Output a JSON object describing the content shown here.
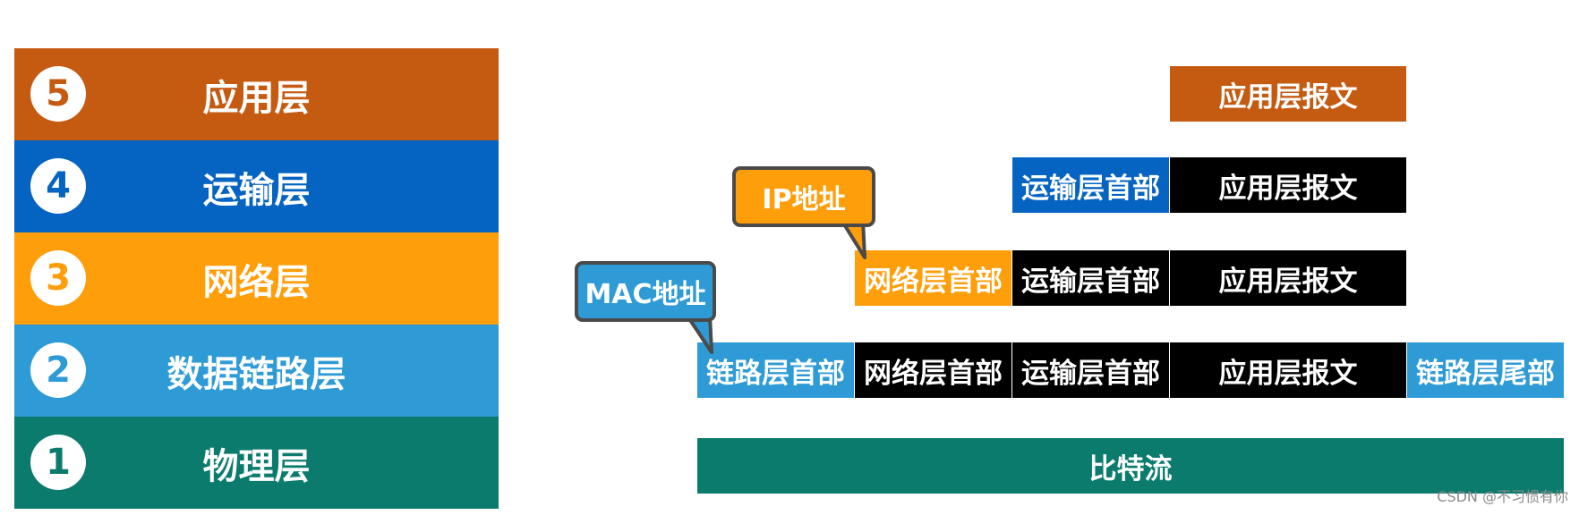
{
  "colors": {
    "application": "#c55a11",
    "transport": "#0563c1",
    "network": "#ff9e0b",
    "datalink": "#2e9bd6",
    "physical": "#0b7b6e",
    "black": "#000000",
    "callout_border": "#4a4a4a"
  },
  "layers": [
    {
      "number": "5",
      "name": "应用层"
    },
    {
      "number": "4",
      "name": "运输层"
    },
    {
      "number": "3",
      "name": "网络层"
    },
    {
      "number": "2",
      "name": "数据链路层"
    },
    {
      "number": "1",
      "name": "物理层"
    }
  ],
  "encapsulation": {
    "app_message": "应用层报文",
    "transport_header": "运输层首部",
    "network_header": "网络层首部",
    "link_header": "链路层首部",
    "link_trailer": "链路层尾部",
    "bitstream": "比特流"
  },
  "callouts": {
    "ip_address": "IP地址",
    "mac_address": "MAC地址"
  },
  "watermark": "CSDN @不习惯有你"
}
